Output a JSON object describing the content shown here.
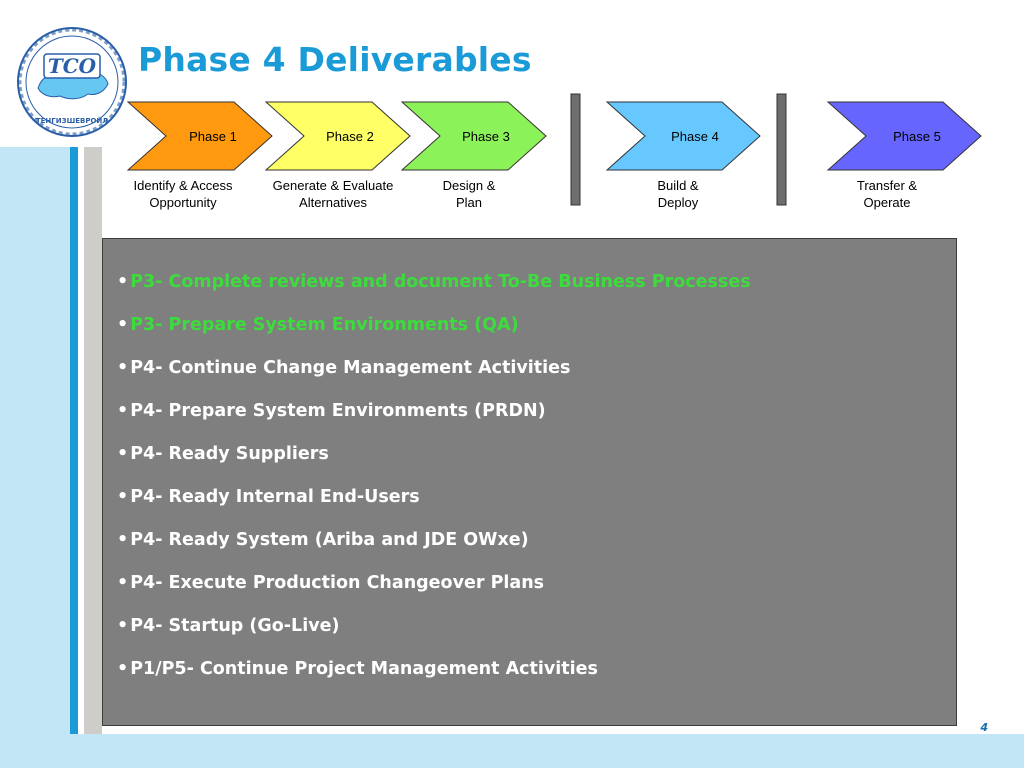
{
  "slide": {
    "title": "Phase 4 Deliverables",
    "page_number": "4",
    "colors": {
      "title": "#1a9ad6",
      "completed_item": "#3ddc3d",
      "panel": "#7f7f7f"
    }
  },
  "logo": {
    "text": "TCO",
    "subtext": "ТЕНГИЗШЕВРОЙЛ",
    "icon": "kazakhstan-map-emblem"
  },
  "phases": [
    {
      "label": "Phase 1",
      "desc_line1": "Identify & Access",
      "desc_line2": "Opportunity",
      "color": "#ff9a10"
    },
    {
      "label": "Phase 2",
      "desc_line1": "Generate & Evaluate",
      "desc_line2": "Alternatives",
      "color": "#ffff66"
    },
    {
      "label": "Phase 3",
      "desc_line1": "Design &",
      "desc_line2": "Plan",
      "color": "#8cf25a"
    },
    {
      "label": "Phase 4",
      "desc_line1": "Build &",
      "desc_line2": "Deploy",
      "color": "#66c8ff"
    },
    {
      "label": "Phase 5",
      "desc_line1": "Transfer &",
      "desc_line2": "Operate",
      "color": "#6666ff"
    }
  ],
  "deliverables": [
    {
      "text": "P3- Complete reviews and document To-Be Business Processes",
      "status": "completed"
    },
    {
      "text": "P3- Prepare System Environments (QA)",
      "status": "completed"
    },
    {
      "text": "P4- Continue Change Management Activities",
      "status": "pending"
    },
    {
      "text": "P4- Prepare System Environments (PRDN)",
      "status": "pending"
    },
    {
      "text": "P4- Ready Suppliers",
      "status": "pending"
    },
    {
      "text": "P4- Ready Internal End-Users",
      "status": "pending"
    },
    {
      "text": "P4- Ready System (Ariba and JDE OWxe)",
      "status": "pending"
    },
    {
      "text": "P4- Execute Production Changeover Plans",
      "status": "pending"
    },
    {
      "text": "P4- Startup (Go-Live)",
      "status": "pending"
    },
    {
      "text": "P1/P5- Continue Project Management Activities",
      "status": "pending"
    }
  ]
}
